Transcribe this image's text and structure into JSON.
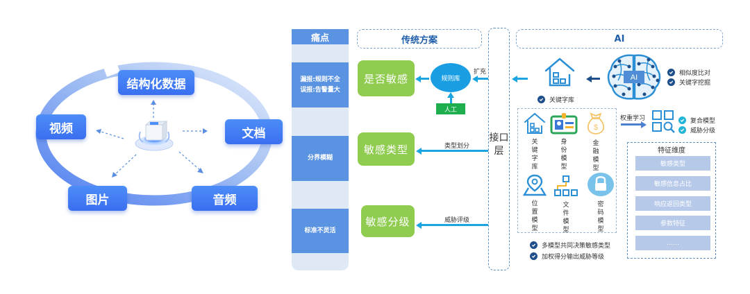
{
  "data_sources": {
    "nodes": [
      {
        "id": "structured",
        "label": "结构化数据"
      },
      {
        "id": "video",
        "label": "视频"
      },
      {
        "id": "document",
        "label": "文档"
      },
      {
        "id": "image",
        "label": "图片"
      },
      {
        "id": "audio",
        "label": "音频"
      }
    ],
    "center_icon": "data-platform-cube-icon"
  },
  "pain_points": {
    "title": "痛点",
    "items": [
      {
        "lines": [
          "漏报:规则不全",
          "误报:告警量大"
        ]
      },
      {
        "lines": [
          "分界模糊"
        ]
      },
      {
        "lines": [
          "标准不灵活"
        ]
      }
    ]
  },
  "traditional": {
    "title": "传统方案",
    "results": [
      "是否敏感",
      "敏感类型",
      "敏感分级"
    ],
    "rule_library": "规则库",
    "manual": "人工",
    "expand_label": "扩充",
    "type_division_label": "类型划分",
    "threat_rating_label": "威胁评级"
  },
  "interface_layer": {
    "label": "接口层"
  },
  "ai": {
    "title": "AI",
    "brain_label": "AI",
    "brain_checks": [
      "相似度比对",
      "关键字挖掘"
    ],
    "keyword_lib_check": "关键字库",
    "models": [
      {
        "label": "关键字库",
        "icon": "house-icon"
      },
      {
        "label": "身份模型",
        "icon": "id-card-icon"
      },
      {
        "label": "金融模型",
        "icon": "money-bag-icon"
      },
      {
        "label": "位置模型",
        "icon": "location-pin-icon"
      },
      {
        "label": "文件模型",
        "icon": "file-tree-icon"
      },
      {
        "label": "密码模型",
        "icon": "lock-icon"
      }
    ],
    "model_checks": [
      "多模型共同决策敏感类型",
      "加权得分输出威胁等级"
    ],
    "weight_learning": "权重学习",
    "composite_checks": [
      "复合模型",
      "威胁分级"
    ],
    "features": {
      "title": "特征维度",
      "items": [
        "敏感类型",
        "敏感信息占比",
        "响应返回类型",
        "参数特征",
        "……"
      ]
    }
  },
  "colors": {
    "node_blue": "#3a6ff0",
    "pain_blue": "#5b93e3",
    "green": "#8fcc4f",
    "arrow_cyan": "#1aa5e0",
    "manual_green": "#1fae4e",
    "title_blue": "#1f5ea8"
  }
}
